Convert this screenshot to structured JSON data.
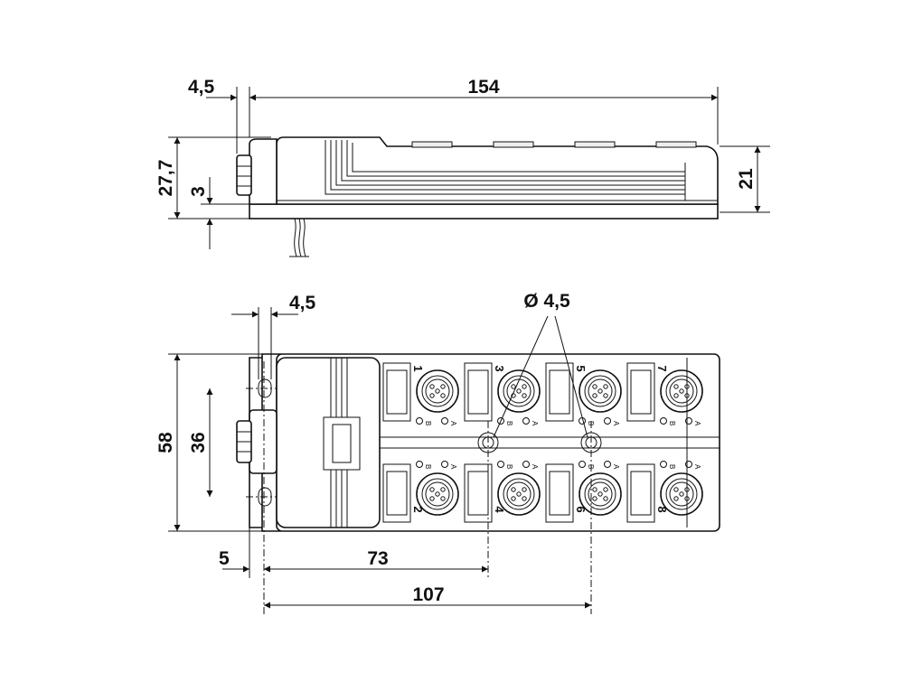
{
  "dimensions": {
    "side_view": {
      "offset_left": "4,5",
      "length": "154",
      "total_height": "27,7",
      "base_thickness": "3",
      "body_height": "21"
    },
    "top_view": {
      "offset_left": "4,5",
      "hole_diameter": "Ø 4,5",
      "total_width": "58",
      "hole_spacing": "36",
      "edge_offset": "5",
      "hole1_distance": "73",
      "hole2_distance": "107"
    }
  },
  "ports": {
    "top_row": [
      "1",
      "3",
      "5",
      "7"
    ],
    "bottom_row": [
      "2",
      "4",
      "6",
      "8"
    ]
  },
  "led_labels": {
    "a": "A",
    "b": "B"
  }
}
